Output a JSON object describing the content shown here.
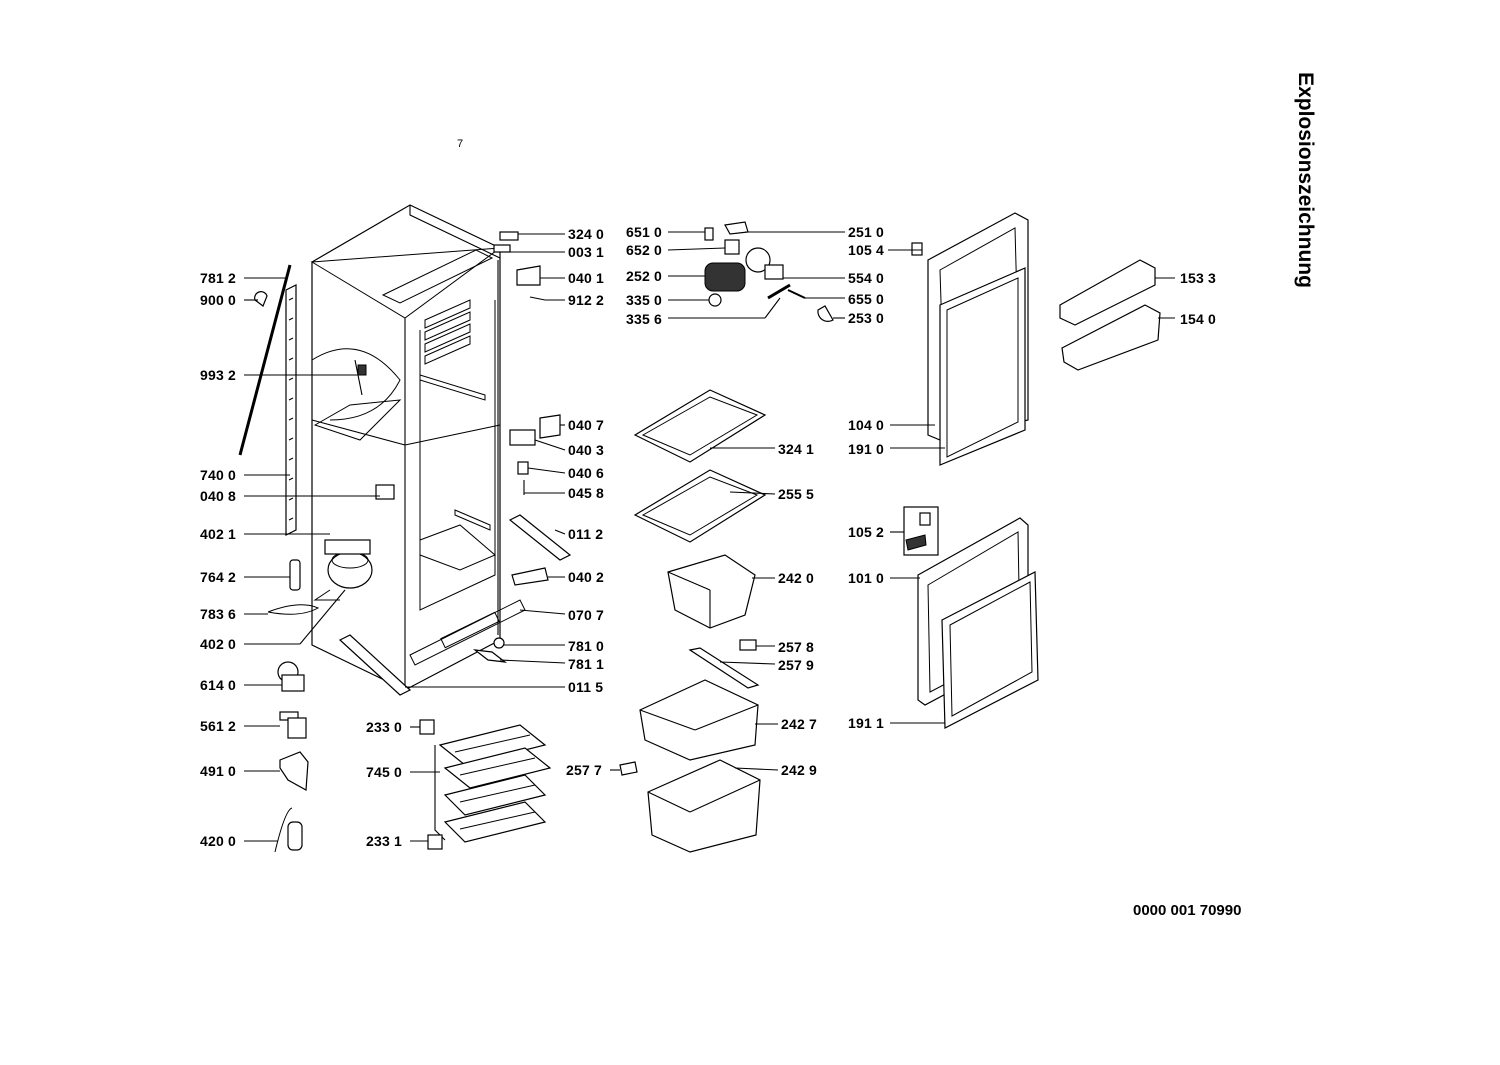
{
  "title": "Explosionszeichnung",
  "page_number": "7",
  "drawing_number": "0000 001 70990",
  "part_labels": {
    "p7812": "781 2",
    "p9000": "900 0",
    "p9932": "993 2",
    "p7400": "740 0",
    "p0408": "040 8",
    "p4021": "402 1",
    "p7642": "764 2",
    "p7836": "783 6",
    "p4020": "402 0",
    "p6140": "614 0",
    "p5612": "561 2",
    "p4910": "491 0",
    "p4200": "420 0",
    "p3240": "324 0",
    "p0031": "003 1",
    "p0401": "040 1",
    "p9122": "912 2",
    "p0407": "040 7",
    "p0403": "040 3",
    "p0406": "040 6",
    "p0458": "045 8",
    "p0112": "011 2",
    "p0402": "040 2",
    "p0707": "070 7",
    "p7810": "781 0",
    "p7811": "781 1",
    "p0115": "011 5",
    "p2330": "233 0",
    "p7450": "745 0",
    "p2331": "233 1",
    "p6510": "651 0",
    "p6520": "652 0",
    "p2520": "252 0",
    "p3350": "335 0",
    "p3356": "335 6",
    "p2510": "251 0",
    "p1054": "105 4",
    "p5540": "554 0",
    "p6550": "655 0",
    "p2530": "253 0",
    "p3241": "324 1",
    "p2555": "255 5",
    "p2420": "242 0",
    "p2578": "257 8",
    "p2579": "257 9",
    "p2427": "242 7",
    "p2577": "257 7",
    "p2429": "242 9",
    "p1040": "104 0",
    "p1910": "191 0",
    "p1533": "153 3",
    "p1540": "154 0",
    "p1052": "105 2",
    "p1010": "101 0",
    "p1911": "191 1"
  }
}
